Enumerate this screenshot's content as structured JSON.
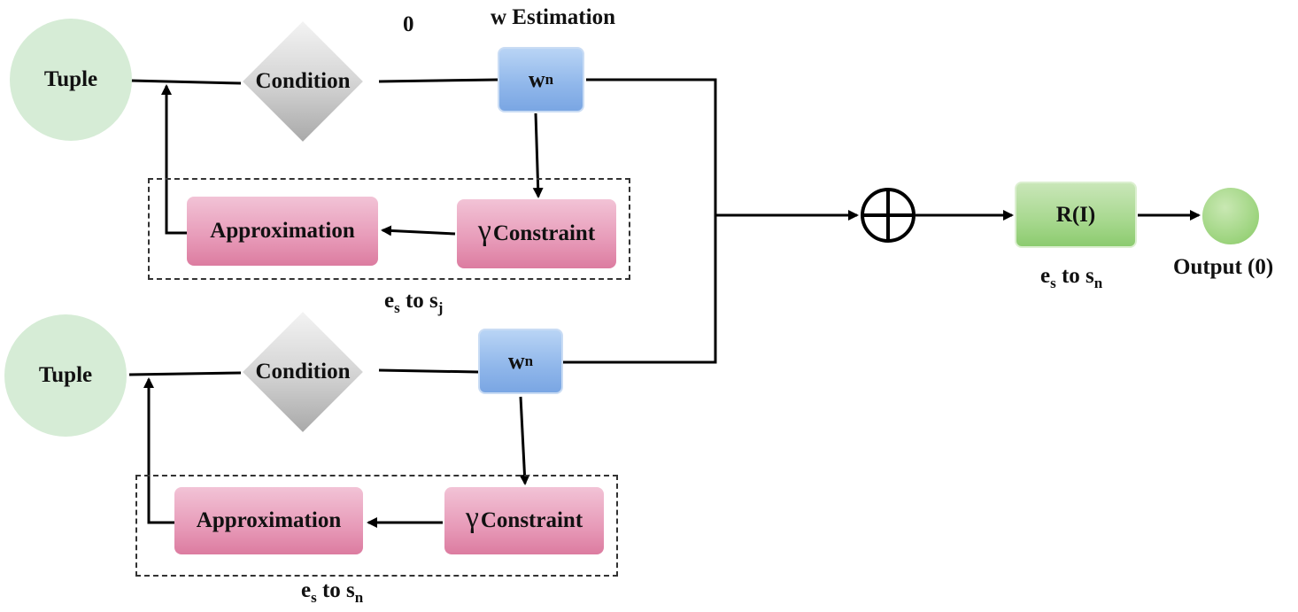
{
  "top_branch": {
    "tuple_label": "Tuple",
    "condition_label": "Condition",
    "zero_label": "0",
    "estimation_label": "w Estimation",
    "w_label": "w",
    "w_sub": "n",
    "gamma_symbol": "γ",
    "constraint_label": "Constraint",
    "approximation_label": "Approximation",
    "range_main1": "e",
    "range_sub1": "s",
    "range_mid": " to s",
    "range_sub2": "j"
  },
  "bottom_branch": {
    "tuple_label": "Tuple",
    "condition_label": "Condition",
    "w_label": "w",
    "w_sub": "n",
    "gamma_symbol": "γ",
    "constraint_label": "Constraint",
    "approximation_label": "Approximation",
    "range_main1": "e",
    "range_sub1": "s",
    "range_mid": " to s",
    "range_sub2": "n"
  },
  "output_section": {
    "result_label": "R(I)",
    "result_range_main1": "e",
    "result_range_sub1": "s",
    "result_range_mid": " to s",
    "result_range_sub2": "n",
    "output_label": "Output (0)"
  },
  "icons": {
    "sum_operator": "circled-plus-icon",
    "output_node": "filled-circle-icon"
  }
}
